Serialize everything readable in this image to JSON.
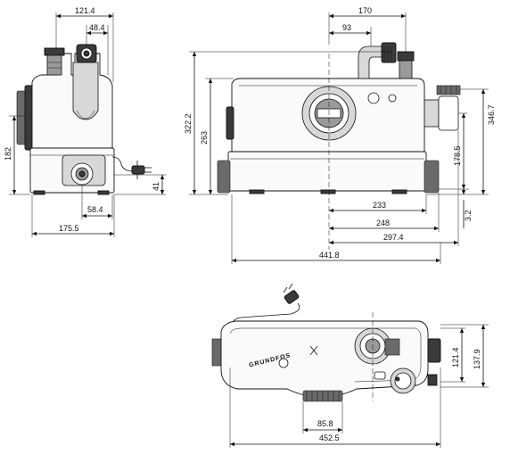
{
  "front_view": {
    "dims": {
      "width_121_4": "121.4",
      "width_48_4": "48.4",
      "height_182": "182",
      "height_41": "41",
      "width_58_4": "58.4",
      "width_175_5": "175.5"
    }
  },
  "side_view": {
    "dims": {
      "width_170": "170",
      "width_93": "93",
      "height_322_2": "322.2",
      "height_263": "263",
      "height_346_7": "346.7",
      "height_178_5": "178.5",
      "height_3_2": "3.2",
      "width_233": "233",
      "width_248": "248",
      "width_297_4": "297.4",
      "width_441_8": "441.8"
    }
  },
  "top_view": {
    "brand": "GRUNDFOS",
    "dims": {
      "height_121_4": "121.4",
      "height_137_9": "137.9",
      "width_85_8": "85.8",
      "width_452_5": "452.5"
    }
  }
}
